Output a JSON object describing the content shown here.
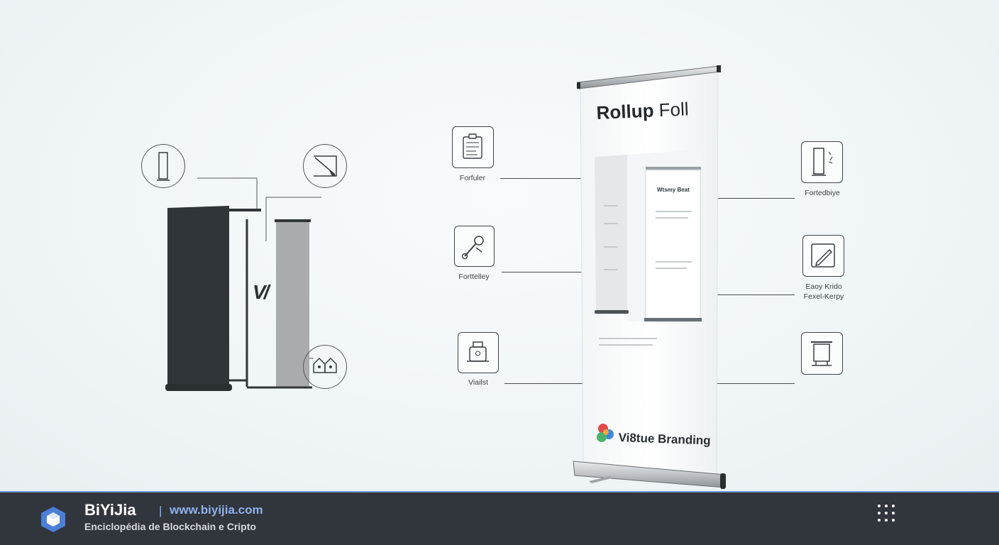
{
  "banner": {
    "title_bold": "Rollup",
    "title_rest": " Foll",
    "inner_panel_title": "Wtsmy Beat",
    "brand_name": "Vi8tue Branding"
  },
  "left_diagram": {
    "letter_mark": "V/"
  },
  "features_left": [
    {
      "label": "Forfuler",
      "icon": "clipboard-icon"
    },
    {
      "label": "Forttelley",
      "icon": "wrench-icon"
    },
    {
      "label": "Viailst",
      "icon": "package-icon"
    }
  ],
  "features_right": [
    {
      "label": "Fortedbiye",
      "icon": "banner-stand-icon"
    },
    {
      "label": "Eaoy Krido\nFexel-Kerpy",
      "icon": "pencil-icon"
    },
    {
      "label": "",
      "icon": "frame-stand-icon"
    }
  ],
  "footer": {
    "brand": "BiYiJia",
    "separator": "|",
    "url": "www.biyijia.com",
    "tagline": "Enciclopédia de Blockchain e Cripto",
    "logo_icon": "hexagon-logo-icon",
    "menu_icon": "grid-menu-icon"
  },
  "colors": {
    "footer_bg": "#31353c",
    "footer_accent": "#6f98d8",
    "url_color": "#8fb2ee",
    "dark_panel": "#2f3538",
    "grey_panel": "#a9abad"
  }
}
